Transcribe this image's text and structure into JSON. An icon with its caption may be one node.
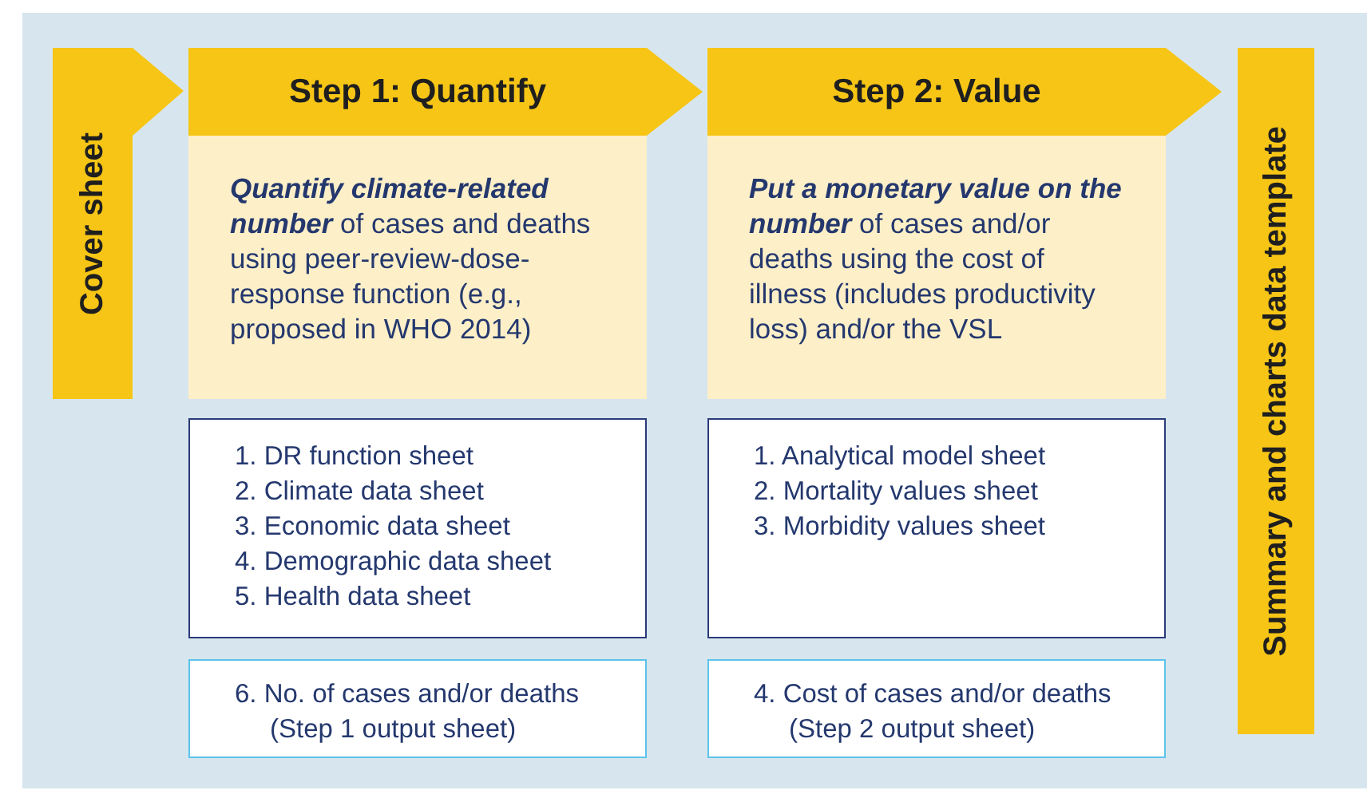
{
  "diagram": {
    "nodes": [
      {
        "text": [
          "Cover sheet"
        ]
      },
      {
        "text": [
          "Step 1: Quantify"
        ]
      },
      {
        "text": [
          "**Quantify climate-related number** of cases and deaths using peer-review-dose-response function (e.g., proposed in WHO 2014)"
        ]
      },
      {
        "text": [
          "1. DR function sheet",
          "2. Climate data sheet",
          "3. Economic data sheet",
          "4. Demographic data sheet",
          "5. Health data sheet"
        ]
      },
      {
        "text": [
          "6. No. of cases and/or deaths (Step 1 output sheet)"
        ]
      },
      {
        "text": [
          "Step 2: Value"
        ]
      },
      {
        "text": [
          "**Put a monetary value on the number** of cases and/or deaths using the cost of illness (includes productivity loss) and/or the VSL"
        ]
      },
      {
        "text": [
          "1. Analytical model sheet",
          "2. Mortality values sheet",
          "3. Morbidity values sheet"
        ]
      },
      {
        "text": [
          "4. Cost of cases and/or deaths (Step 2 output sheet)"
        ]
      },
      {
        "text": [
          "Summary and charts data template"
        ]
      }
    ]
  }
}
